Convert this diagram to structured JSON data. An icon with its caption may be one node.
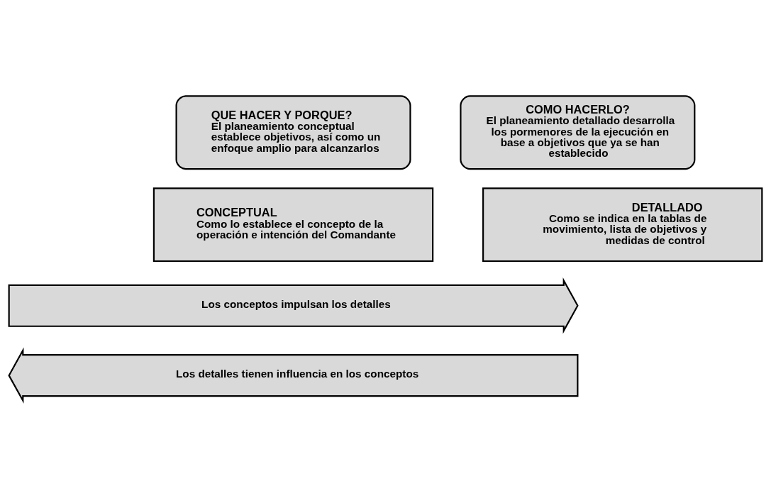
{
  "diagram": {
    "nodes": [
      {
        "text": [
          "QUE HACER Y PORQUE?",
          "El planeamiento conceptual establece objetivos, así como un enfoque amplio para alcanzarlos"
        ]
      },
      {
        "text": [
          "COMO HACERLO?",
          "El planeamiento detallado desarrolla los pormenores de la ejecución en base a objetivos que ya se han establecido"
        ]
      },
      {
        "text": [
          "CONCEPTUAL",
          "Como lo establece el concepto de la operación e intención del Comandante"
        ]
      },
      {
        "text": [
          "DETALLADO",
          "Como se indica en la tablas de movimiento, lista de objetivos y medidas de control"
        ]
      },
      {
        "text": [
          "Los conceptos impulsan los detalles"
        ]
      },
      {
        "text": [
          "Los detalles tienen influencia en los conceptos"
        ]
      }
    ]
  }
}
